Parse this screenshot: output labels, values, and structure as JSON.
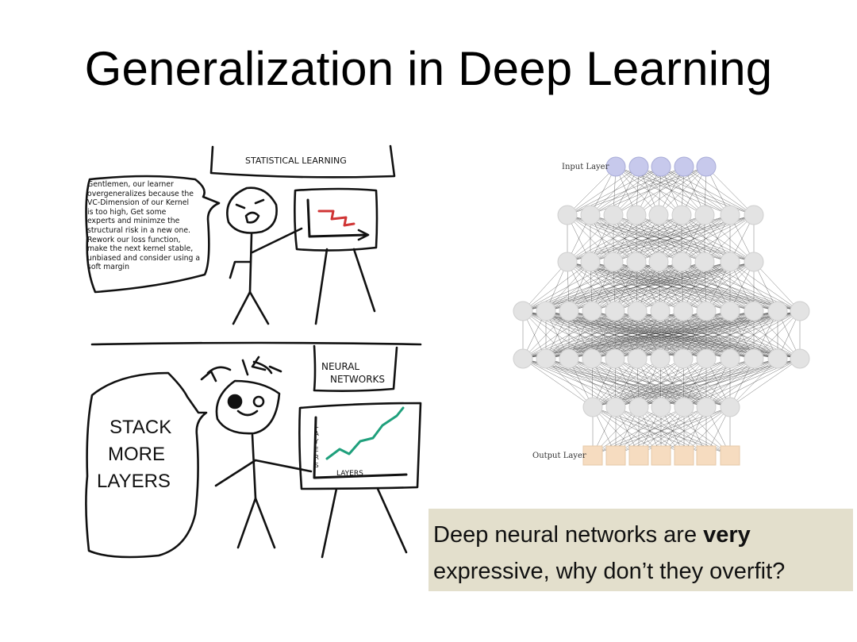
{
  "slide": {
    "title": "Generalization in Deep Learning"
  },
  "comic": {
    "top_panel_banner": "STATISTICAL LEARNING",
    "speech_lines": [
      "Gentlemen, our learner",
      "overgeneralizes because the",
      "VC-Dimension of our Kernel",
      "is too high, Get some",
      "experts and minimze the",
      "structural risk in a new one.",
      "Rework our loss function,",
      "make the next kernel stable,",
      "unbiased and consider using a",
      "soft margin"
    ],
    "bottom_panel_banner_line1": "NEURAL",
    "bottom_panel_banner_line2": "NETWORKS",
    "stack_lines": [
      "STACK",
      "MORE",
      "LAYERS"
    ],
    "chart_y_label": "LAYERS",
    "chart_x_label": "LAYERS"
  },
  "network": {
    "input_label": "Input Layer",
    "output_label": "Output Layer",
    "colors": {
      "input": "#c7c9ec",
      "hidden": "#e3e3e3",
      "output": "#f6dcc0",
      "edge": "#333333"
    }
  },
  "callout": {
    "line1_prefix": "Deep neural networks are ",
    "line1_bold": "very",
    "line2": "expressive, why don’t they overfit?"
  }
}
